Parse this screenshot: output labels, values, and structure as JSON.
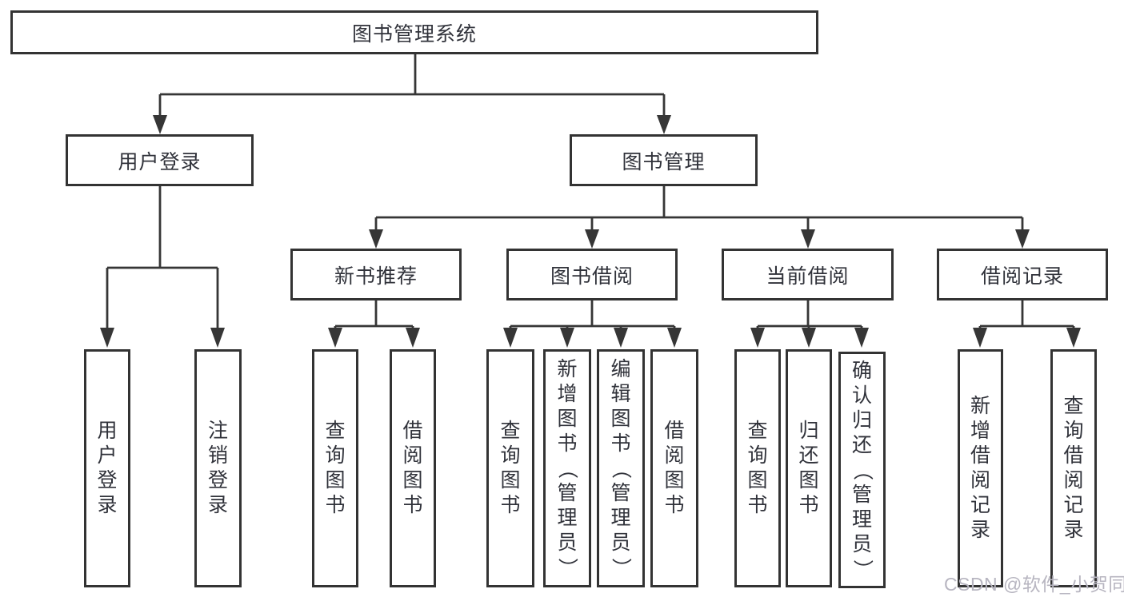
{
  "root": {
    "label": "图书管理系统"
  },
  "branches": [
    {
      "label": "用户登录",
      "leaves": [
        "用户登录",
        "注销登录"
      ]
    },
    {
      "label": "图书管理",
      "groups": [
        {
          "label": "新书推荐",
          "leaves": [
            "查询图书",
            "借阅图书"
          ]
        },
        {
          "label": "图书借阅",
          "leaves": [
            "查询图书",
            "新增图书（管理员）",
            "编辑图书（管理员）",
            "借阅图书"
          ]
        },
        {
          "label": "当前借阅",
          "leaves": [
            "查询图书",
            "归还图书",
            "确认归还（管理员）"
          ]
        },
        {
          "label": "借阅记录",
          "leaves": [
            "新增借阅记录",
            "查询借阅记录"
          ]
        }
      ]
    }
  ],
  "watermark": {
    "text": "CSDN @软件_小贺同学"
  },
  "colors": {
    "line": "#363636",
    "box_border": "#333333",
    "text": "#30323a",
    "background": "#ffffff",
    "watermark": "#b7b5c0"
  }
}
